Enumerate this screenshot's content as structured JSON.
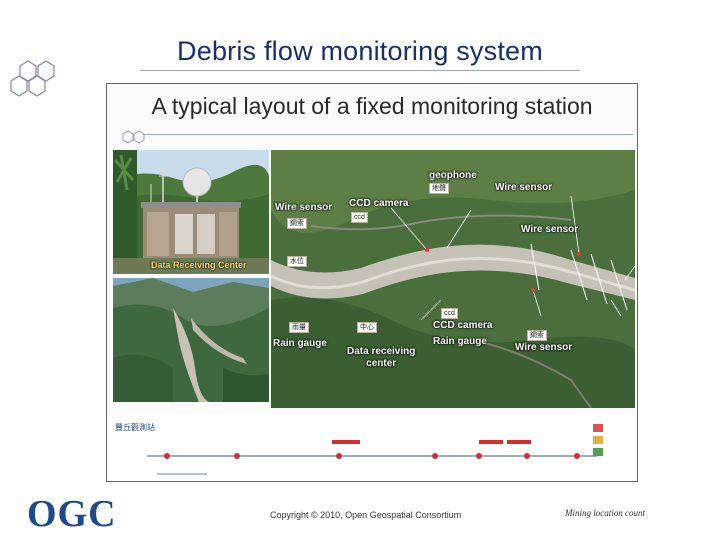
{
  "slide": {
    "title": "Debris flow monitoring system",
    "copyright": "Copyright © 2010, Open Geospatial Consortium",
    "footnote": "Mining location count",
    "logo_text": "OGC"
  },
  "figure": {
    "title": "A typical layout of a fixed monitoring station",
    "site_photo_label": "Data Receiving Center",
    "aerial_labels": {
      "geophone": "geophone",
      "wire_sensor_top_right": "Wire sensor",
      "wire_sensor_left": "Wire sensor",
      "ccd_camera_top": "CCD camera",
      "wire_sensor_mid_right": "Wire sensor",
      "rain_gauge_left": "Rain gauge",
      "data_receiving_center": "Data receiving\ncenter",
      "ccd_camera_bottom": "CCD camera",
      "rain_gauge_bottom": "Rain gauge",
      "wire_sensor_bottom_right": "Wire sensor"
    },
    "timeline_title": "豐丘觀測站"
  },
  "colors": {
    "title_blue": "#1a2e6b",
    "logo_blue": "#1e4a8c",
    "label_yellow": "#ffe34d"
  }
}
